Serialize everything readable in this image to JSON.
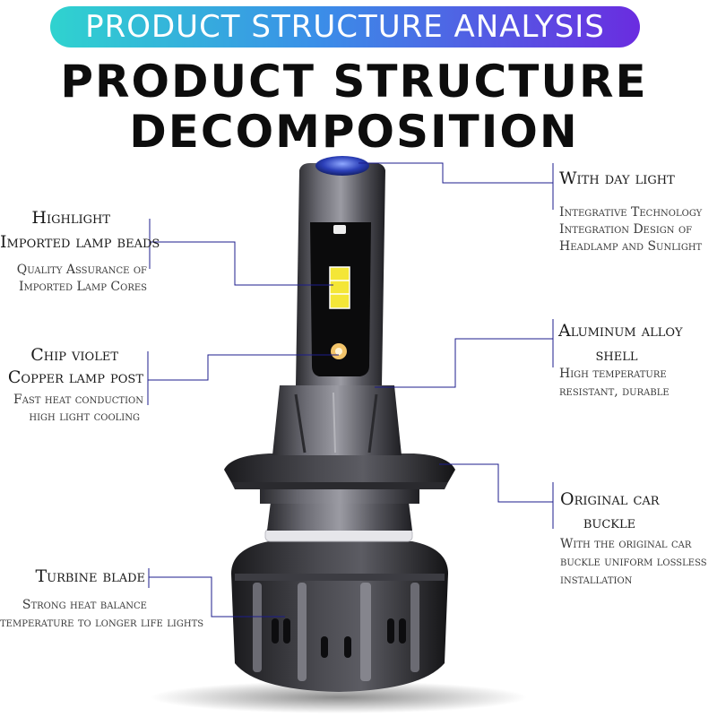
{
  "banner": "PRODUCT STRUCTURE ANALYSIS",
  "title_line1": "PRODUCT STRUCTURE",
  "title_line2": "DECOMPOSITION",
  "callouts": {
    "highlight": {
      "heading_line1": "Highlight",
      "heading_line2": "Imported lamp beads",
      "desc_line1": "Quality Assurance of",
      "desc_line2": "Imported Lamp Cores"
    },
    "chip": {
      "heading_line1": "Chip violet",
      "heading_line2": "Copper lamp post",
      "desc_line1": "Fast heat conduction",
      "desc_line2": "high light cooling"
    },
    "turbine": {
      "heading": "Turbine blade",
      "desc_line1": "Strong heat balance",
      "desc_line2": "temperature to longer life lights"
    },
    "daylight": {
      "heading": "With day light",
      "desc_line1": "Integrative Technology",
      "desc_line2": "Integration Design of",
      "desc_line3": "Headlamp and Sunlight"
    },
    "shell": {
      "heading_line1": "Aluminum alloy",
      "heading_line2": "shell",
      "desc_line1": "High temperature",
      "desc_line2": "resistant, durable"
    },
    "buckle": {
      "heading_line1": "Original car",
      "heading_line2": "buckle",
      "desc_line1": "With the original car",
      "desc_line2": "buckle uniform lossless",
      "desc_line3": "installation"
    }
  },
  "colors": {
    "leader_line": "#1c1c8c",
    "banner_start": "#2fd3cf",
    "banner_end": "#6a2ce0"
  }
}
